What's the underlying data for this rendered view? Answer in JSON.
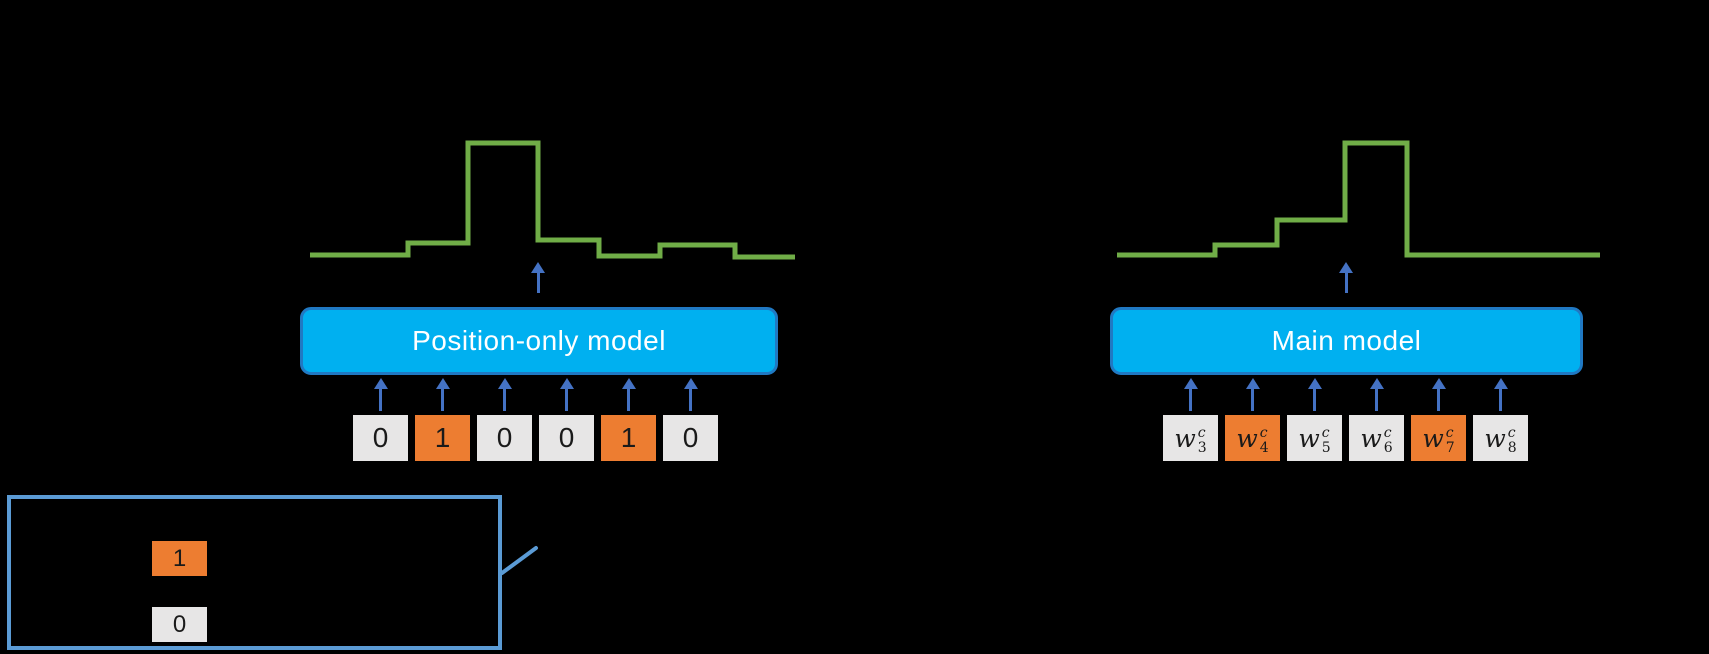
{
  "colors": {
    "background": "#000000",
    "curve_green": "#70AD47",
    "arrow_blue": "#4472C4",
    "model_box_fill": "#00B0F0",
    "model_box_border": "#2079C3",
    "model_label_color": "#FFFFFF",
    "token_gray": "#E7E6E6",
    "token_orange": "#ED7D31",
    "token_text": "#1A1A1A",
    "legend_border": "#5B9BD5"
  },
  "left_panel": {
    "model_label": "Position-only model",
    "tokens": [
      {
        "label": "0",
        "highlight": false
      },
      {
        "label": "1",
        "highlight": true
      },
      {
        "label": "0",
        "highlight": false
      },
      {
        "label": "0",
        "highlight": false
      },
      {
        "label": "1",
        "highlight": true
      },
      {
        "label": "0",
        "highlight": false
      }
    ],
    "curve_points": [
      [
        310,
        255
      ],
      [
        408,
        255
      ],
      [
        408,
        243
      ],
      [
        468,
        243
      ],
      [
        468,
        143
      ],
      [
        538,
        143
      ],
      [
        538,
        240
      ],
      [
        599,
        240
      ],
      [
        599,
        256
      ],
      [
        660,
        256
      ],
      [
        660,
        245
      ],
      [
        735,
        245
      ],
      [
        735,
        257
      ],
      [
        795,
        257
      ]
    ]
  },
  "right_panel": {
    "model_label": "Main model",
    "tokens": [
      {
        "base": "w",
        "sup": "c",
        "sub": "3",
        "highlight": false
      },
      {
        "base": "w",
        "sup": "c",
        "sub": "4",
        "highlight": true
      },
      {
        "base": "w",
        "sup": "c",
        "sub": "5",
        "highlight": false
      },
      {
        "base": "w",
        "sup": "c",
        "sub": "6",
        "highlight": false
      },
      {
        "base": "w",
        "sup": "c",
        "sub": "7",
        "highlight": true
      },
      {
        "base": "w",
        "sup": "c",
        "sub": "8",
        "highlight": false
      }
    ],
    "curve_points": [
      [
        1117,
        255
      ],
      [
        1215,
        255
      ],
      [
        1215,
        245
      ],
      [
        1277,
        245
      ],
      [
        1277,
        220
      ],
      [
        1345,
        220
      ],
      [
        1345,
        143
      ],
      [
        1407,
        143
      ],
      [
        1407,
        255
      ],
      [
        1600,
        255
      ]
    ]
  },
  "legend": {
    "items": [
      {
        "label": "1",
        "highlight": true
      },
      {
        "label": "0",
        "highlight": false
      }
    ],
    "callout_line": [
      [
        502,
        573
      ],
      [
        536,
        548
      ]
    ]
  }
}
